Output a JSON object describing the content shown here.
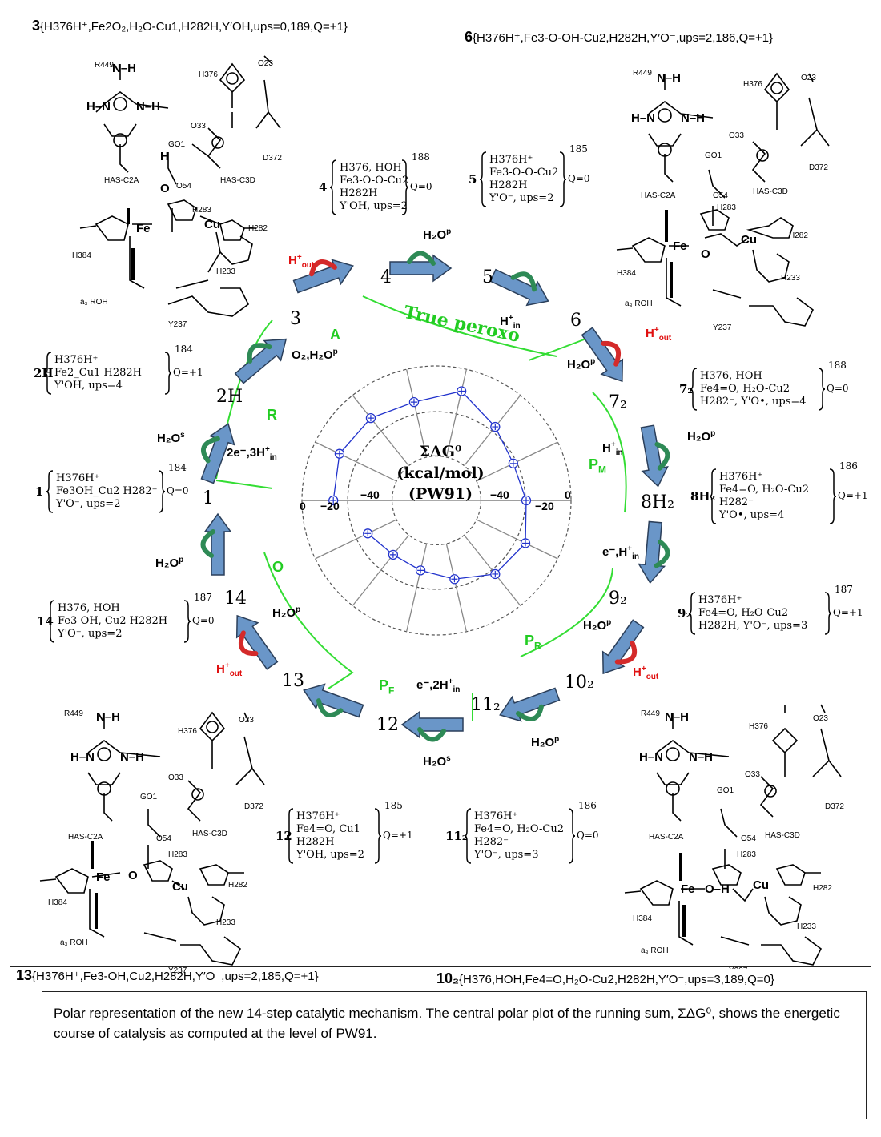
{
  "headers": {
    "s3": {
      "num": "3",
      "text": "{H376H⁺,Fe2O₂,H₂O-Cu1,H282H,Y′OH,ups=0,189,Q=+1}"
    },
    "s6": {
      "num": "6",
      "text": "{H376H⁺,Fe3-O-OH-Cu2,H282H,Y′O⁻,ups=2,186,Q=+1}"
    },
    "s13": {
      "num": "13",
      "text": "{H376H⁺,Fe3-OH,Cu2,H282H,Y′O⁻,ups=2,185,Q=+1}"
    },
    "s10": {
      "num": "10₂",
      "text": "{H376,HOH,Fe4=O,H₂O-Cu2,H282H,Y′O⁻,ups=3,189,Q=0}"
    }
  },
  "state_boxes": [
    {
      "key": "4",
      "lines": [
        "H376, HOH",
        "Fe3-O-O-Cu2",
        "H282H",
        "Y'OH, ups=2"
      ],
      "num": "188",
      "q": "Q=0"
    },
    {
      "key": "5",
      "lines": [
        "H376H⁺",
        "Fe3-O-O-Cu2",
        "H282H",
        "Y'O⁻, ups=2"
      ],
      "num": "185",
      "q": "Q=0"
    },
    {
      "key": "2H",
      "lines": [
        "H376H⁺",
        "Fe2_Cu1 H282H",
        "Y'OH, ups=4"
      ],
      "num": "184",
      "q": "Q=+1"
    },
    {
      "key": "7₂",
      "lines": [
        "H376, HOH",
        "Fe4=O, H₂O-Cu2",
        "H282⁻, Y'O•, ups=4"
      ],
      "num": "188",
      "q": "Q=0"
    },
    {
      "key": "1",
      "lines": [
        "H376H⁺",
        "Fe3OH_Cu2 H282⁻",
        "Y'O⁻, ups=2"
      ],
      "num": "184",
      "q": "Q=0"
    },
    {
      "key": "8H₂",
      "lines": [
        "H376H⁺",
        "Fe4=O, H₂O-Cu2",
        "H282⁻",
        "Y'O•, ups=4"
      ],
      "num": "186",
      "q": "Q=+1"
    },
    {
      "key": "14",
      "lines": [
        "H376, HOH",
        "Fe3-OH, Cu2 H282H",
        "Y'O⁻, ups=2"
      ],
      "num": "187",
      "q": "Q=0"
    },
    {
      "key": "9₂",
      "lines": [
        "H376H⁺",
        "Fe4=O, H₂O-Cu2",
        "H282H, Y'O⁻, ups=3"
      ],
      "num": "187",
      "q": "Q=+1"
    },
    {
      "key": "12",
      "lines": [
        "H376H⁺",
        "Fe4=O, Cu1",
        "H282H",
        "Y'OH, ups=2"
      ],
      "num": "185",
      "q": "Q=+1"
    },
    {
      "key": "11₂",
      "lines": [
        "H376H⁺",
        "Fe4=O, H₂O-Cu2",
        "H282⁻",
        "Y'O⁻, ups=3"
      ],
      "num": "186",
      "q": "Q=0"
    }
  ],
  "step_labels": [
    "3",
    "4",
    "5",
    "6",
    "7₂",
    "8H₂",
    "9₂",
    "10₂",
    "11₂",
    "12",
    "13",
    "14",
    "1",
    "2H"
  ],
  "phases": {
    "A": "A",
    "R": "R",
    "O": "O",
    "PM": "P",
    "PM_sub": "M",
    "PR": "P",
    "PR_sub": "R",
    "PF": "P",
    "PF_sub": "F",
    "true_peroxo": "True peroxo"
  },
  "ions": {
    "h_out": "H",
    "h_out_sup": "+",
    "h_out_sub": "out",
    "h_in_sup": "+",
    "h_in_sub": "in",
    "h2o_p": "H₂O",
    "h2o_p_sup": "p",
    "h2o_s": "H₂O",
    "h2o_s_sup": "s",
    "o2_h2o": "O₂,H₂O",
    "o2_h2o_sup": "p",
    "e_2h3": "2e⁻,3H",
    "e_h": "e⁻,H",
    "e_2h": "e⁻,2H"
  },
  "center": {
    "l1": "ΣΔG⁰",
    "l2": "(kcal/mol)",
    "l3": "(PW91)"
  },
  "axis_ticks": {
    "left": [
      "0",
      "−20",
      "−40"
    ],
    "right": [
      "−40",
      "−20",
      "0"
    ]
  },
  "structures": {
    "residues_a": [
      "R449",
      "H376",
      "O33",
      "O23",
      "GO1",
      "O54",
      "D372",
      "HAS-C2A",
      "HAS-C3D",
      "H283",
      "H282",
      "H384",
      "H233",
      "a₃ ROH",
      "Y237"
    ]
  },
  "chart_data": {
    "type": "polar-line",
    "title": "ΣΔG⁰ (kcal/mol) (PW91)",
    "rlim": [
      -60,
      0
    ],
    "steps": [
      "2H",
      "3",
      "4",
      "5",
      "6",
      "7₂",
      "8H₂",
      "9₂",
      "10₂",
      "11₂",
      "12",
      "13",
      "14",
      "1"
    ],
    "values": [
      -14,
      -12,
      -13,
      -15,
      -10,
      -18,
      -22,
      -20,
      -16,
      -18,
      -24,
      -28,
      -29,
      -26
    ],
    "color": "#2233cc"
  },
  "caption": "Polar representation of the new 14-step catalytic mechanism. The central polar plot of the running sum, ΣΔG⁰, shows the energetic course of catalysis as computed at the level of PW91."
}
